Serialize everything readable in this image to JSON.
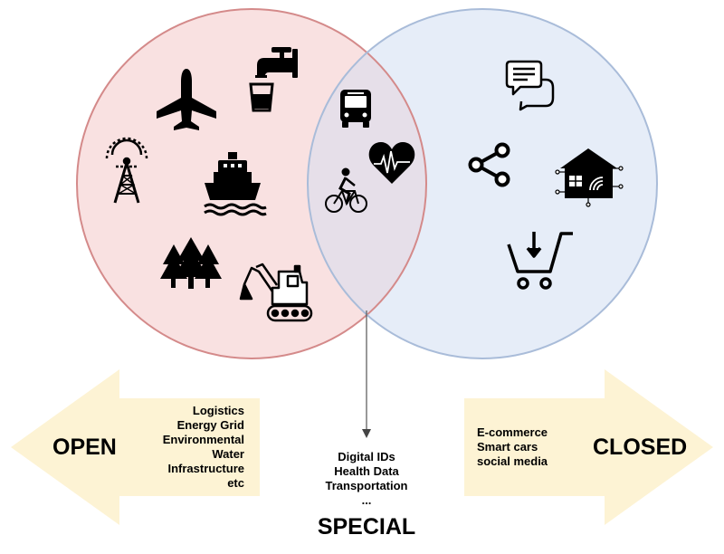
{
  "colors": {
    "open_circle_fill": "#f9e1e1",
    "open_circle_stroke": "#d48a8a",
    "closed_circle_fill": "#e6edf8",
    "closed_circle_stroke": "#a9bcd9",
    "overlap_fill": "#e6dfe9",
    "arrow_fill": "#fdf3d4",
    "icon": "#000000"
  },
  "open": {
    "label": "OPEN",
    "items": [
      "Logistics",
      "Energy Grid",
      "Environmental",
      "Water",
      "Infrastructure",
      "etc"
    ],
    "icons": [
      "airplane-icon",
      "water-tap-icon",
      "radio-tower-icon",
      "ship-icon",
      "forest-icon",
      "excavator-icon"
    ]
  },
  "special": {
    "label": "SPECIAL",
    "items": [
      "Digital IDs",
      "Health Data",
      "Transportation",
      "..."
    ],
    "icons": [
      "bus-icon",
      "heart-pulse-icon",
      "cyclist-icon"
    ]
  },
  "closed": {
    "label": "CLOSED",
    "items": [
      "E-commerce",
      "Smart cars",
      "social media"
    ],
    "icons": [
      "chat-bubbles-icon",
      "share-icon",
      "smart-home-icon",
      "shopping-cart-icon"
    ]
  }
}
